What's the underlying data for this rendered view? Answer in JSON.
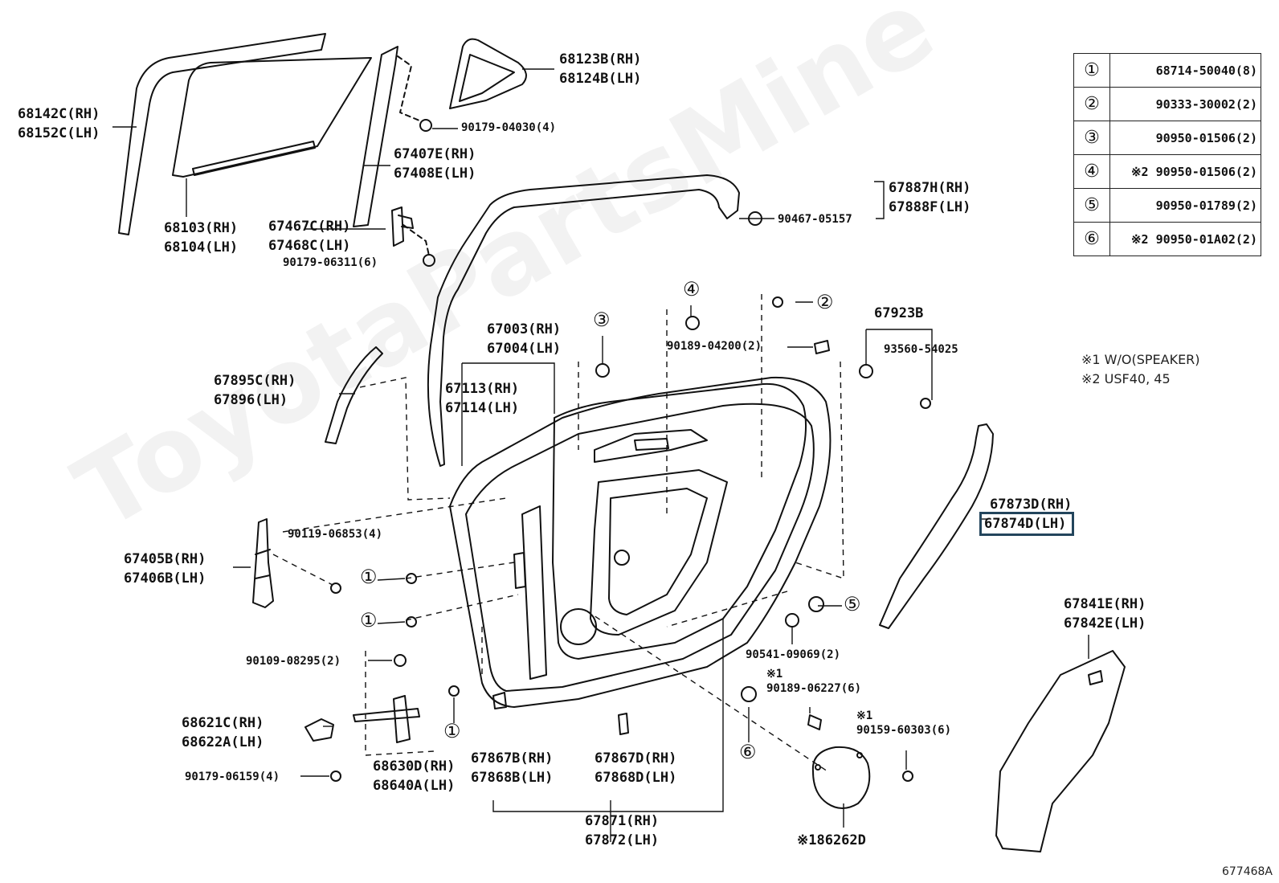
{
  "diagram": {
    "watermark": "ToyotaPartsMine",
    "reference_code": "677468A",
    "legend_notes": [
      "※1 W/O(SPEAKER)",
      "※2 USF40, 45"
    ],
    "highlight_color": "#23455c",
    "quantity_table": [
      {
        "symbol": "①",
        "value": "68714-50040(8)"
      },
      {
        "symbol": "②",
        "value": "90333-30002(2)"
      },
      {
        "symbol": "③",
        "value": "90950-01506(2)"
      },
      {
        "symbol": "④",
        "value": "※2 90950-01506(2)"
      },
      {
        "symbol": "⑤",
        "value": "90950-01789(2)"
      },
      {
        "symbol": "⑥",
        "value": "※2 90950-01A02(2)"
      }
    ],
    "callouts": {
      "c_1a": "①",
      "c_1b": "①",
      "c_1c": "①",
      "c_2": "②",
      "c_3": "③",
      "c_4": "④",
      "c_5": "⑤",
      "c_6": "⑥"
    },
    "labels": {
      "p68142C": {
        "rh": "68142C(RH)",
        "lh": "68152C(LH)"
      },
      "p68103": {
        "rh": "68103(RH)",
        "lh": "68104(LH)"
      },
      "p68123B": {
        "rh": "68123B(RH)",
        "lh": "68124B(LH)"
      },
      "p90179_04030": "90179-04030(4)",
      "p67407E": {
        "rh": "67407E(RH)",
        "lh": "67408E(LH)"
      },
      "p67467C": {
        "rh": "67467C(RH)",
        "lh": "67468C(LH)"
      },
      "p90179_06311": "90179-06311(6)",
      "p67887H": {
        "rh": "67887H(RH)",
        "lh": "67888F(LH)"
      },
      "p90467_05157": "90467-05157",
      "p67923B": "67923B",
      "p93560_54025": "93560-54025",
      "p90189_04200": "90189-04200(2)",
      "p67003": {
        "rh": "67003(RH)",
        "lh": "67004(LH)"
      },
      "p67113": {
        "rh": "67113(RH)",
        "lh": "67114(LH)"
      },
      "p67895C": {
        "rh": "67895C(RH)",
        "lh": "67896(LH)"
      },
      "p67873D": {
        "rh": "67873D(RH)",
        "lh": "67874D(LH)"
      },
      "p90119_06853": "90119-06853(4)",
      "p67405B": {
        "rh": "67405B(RH)",
        "lh": "67406B(LH)"
      },
      "p90109_08295": "90109-08295(2)",
      "p68621C": {
        "rh": "68621C(RH)",
        "lh": "68622A(LH)"
      },
      "p90179_06159": "90179-06159(4)",
      "p68630D": {
        "rh": "68630D(RH)",
        "lh": "68640A(LH)"
      },
      "p67867B": {
        "rh": "67867B(RH)",
        "lh": "67868B(LH)"
      },
      "p67867D": {
        "rh": "67867D(RH)",
        "lh": "67868D(LH)"
      },
      "p67871": {
        "rh": "67871(RH)",
        "lh": "67872(LH)"
      },
      "p90541_09069": "90541-09069(2)",
      "p90189_06227": {
        "mark": "※1",
        "part": "90189-06227(6)"
      },
      "p90159_60303": {
        "mark": "※1",
        "part": "90159-60303(6)"
      },
      "p86262D": "※186262D",
      "p67841E": {
        "rh": "67841E(RH)",
        "lh": "67842E(LH)"
      }
    }
  }
}
